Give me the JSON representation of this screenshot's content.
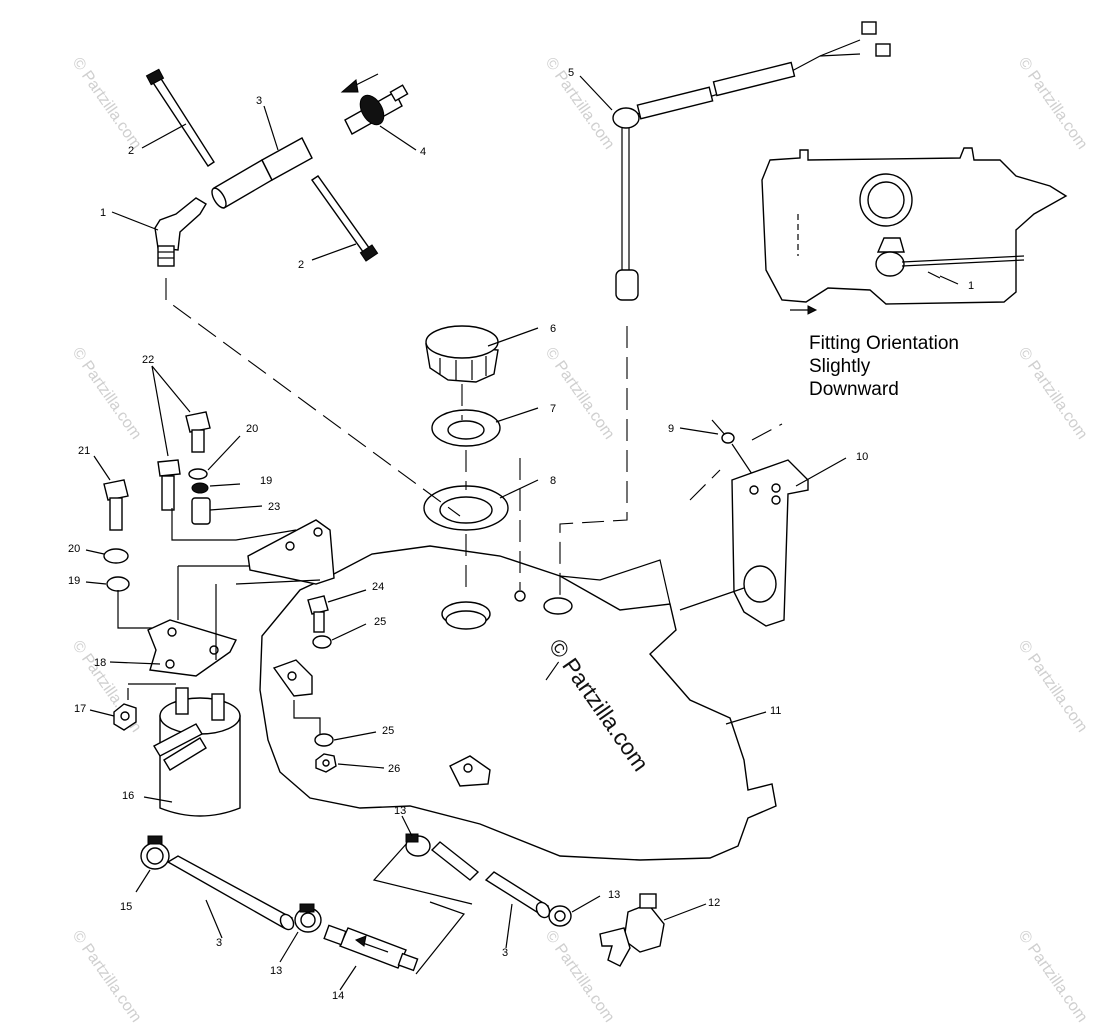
{
  "callouts": {
    "c1_top": "1",
    "c2_a": "2",
    "c3_top": "3",
    "c4": "4",
    "c2_b": "2",
    "c5": "5",
    "c1_inset": "1",
    "c6": "6",
    "c7": "7",
    "c8": "8",
    "c9": "9",
    "c10": "10",
    "c11": "11",
    "c12": "12",
    "c13_a": "13",
    "c13_b": "13",
    "c13_c": "13",
    "c14": "14",
    "c15": "15",
    "c16": "16",
    "c17": "17",
    "c18": "18",
    "c19_a": "19",
    "c19_b": "19",
    "c20_a": "20",
    "c20_b": "20",
    "c21": "21",
    "c22": "22",
    "c23": "23",
    "c24": "24",
    "c25_a": "25",
    "c25_b": "25",
    "c26": "26",
    "c3_mid": "3",
    "c3_right": "3"
  },
  "inset_note": {
    "line1": "Fitting Orientation",
    "line2": "Slightly",
    "line3": "Downward"
  },
  "watermark": {
    "small": "© Partzilla.com",
    "center": "© Partzilla.com"
  }
}
